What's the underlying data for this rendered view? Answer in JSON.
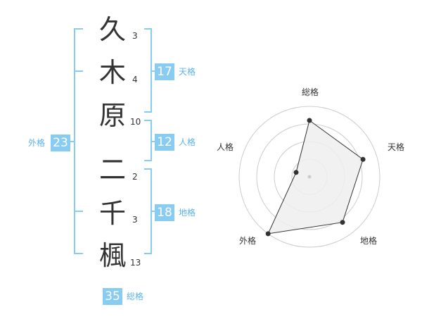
{
  "name": {
    "characters": [
      {
        "char": "久",
        "strokes": "3"
      },
      {
        "char": "木",
        "strokes": "4"
      },
      {
        "char": "原",
        "strokes": "10"
      },
      {
        "char": "二",
        "strokes": "2"
      },
      {
        "char": "千",
        "strokes": "3"
      },
      {
        "char": "楓",
        "strokes": "13"
      }
    ]
  },
  "fortunes": {
    "tenkaku": {
      "value": "17",
      "label": "天格"
    },
    "jinkaku": {
      "value": "12",
      "label": "人格"
    },
    "chikaku": {
      "value": "18",
      "label": "地格"
    },
    "gaikaku": {
      "value": "23",
      "label": "外格"
    },
    "soukaku": {
      "value": "35",
      "label": "総格"
    }
  },
  "colors": {
    "bracket": "#88ccf2",
    "badge_bg": "#88ccf2",
    "badge_text": "#ffffff",
    "badge_label": "#5bb3e8",
    "radar_fill": "#efefef",
    "radar_line": "#333333",
    "ring": "#cccccc"
  },
  "chart_data": {
    "type": "radar",
    "axes": [
      "総格",
      "天格",
      "地格",
      "外格",
      "人格"
    ],
    "values": [
      4,
      4,
      4,
      5,
      1
    ],
    "max": 5,
    "rings": 4
  }
}
